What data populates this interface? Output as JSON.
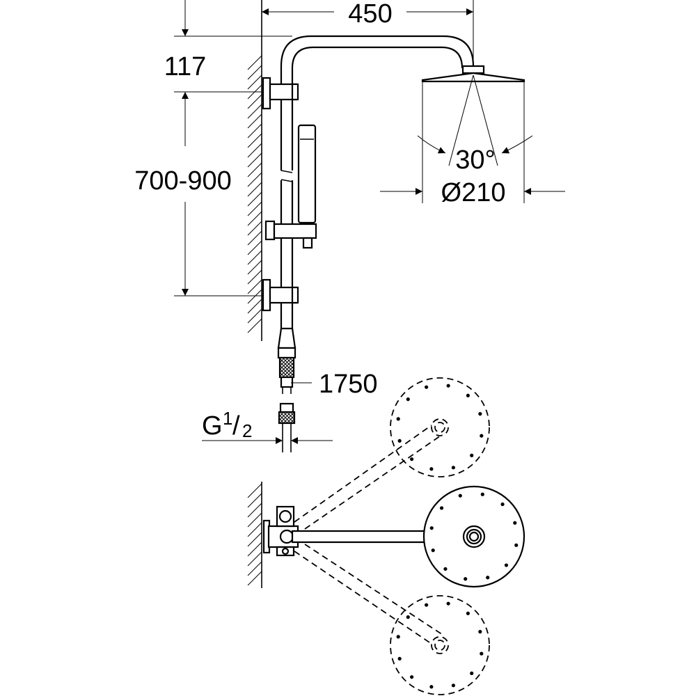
{
  "dimensions": {
    "arm_reach": "450",
    "head_offset": "117",
    "rail_height": "700-900",
    "hose_length": "1750",
    "connection_thread_main": "G",
    "connection_thread_num": "1",
    "connection_thread_den": "2",
    "spray_angle": "30°",
    "head_diameter": "Ø210"
  },
  "colors": {
    "line": "#000000",
    "background": "#ffffff"
  }
}
